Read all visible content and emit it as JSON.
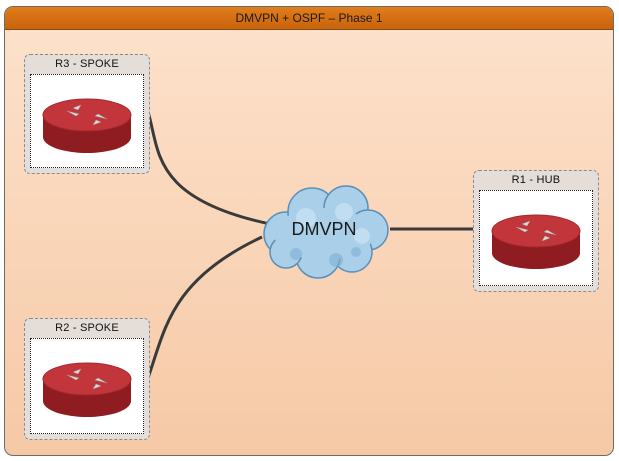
{
  "diagram": {
    "title": "DMVPN + OSPF – Phase 1",
    "cloud": {
      "label": "DMVPN",
      "icon": "cloud-icon"
    },
    "nodes": {
      "r3": {
        "label": "R3 - SPOKE",
        "icon": "router-icon"
      },
      "r2": {
        "label": "R2 - SPOKE",
        "icon": "router-icon"
      },
      "r1": {
        "label": "R1 - HUB",
        "icon": "router-icon"
      }
    },
    "colors": {
      "title_bar": "#d26d12",
      "background": "#f9d3b5",
      "router": "#b8282c",
      "cloud": "#a9cfe9"
    }
  }
}
